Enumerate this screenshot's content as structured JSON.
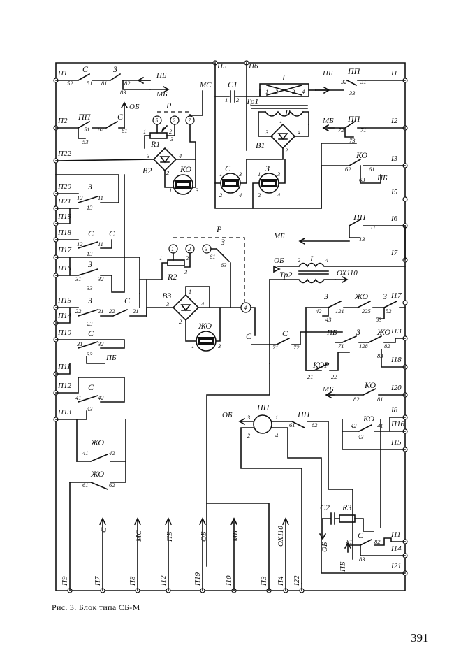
{
  "figure": {
    "caption": "Рис. 3. Блок типа СБ-М",
    "page_number": "391"
  },
  "terminals": {
    "left": [
      "П1",
      "П2",
      "П22",
      "П20",
      "П21",
      "П19",
      "П18",
      "П17",
      "П16",
      "П15",
      "П14",
      "П10",
      "П11",
      "П12",
      "П13"
    ],
    "top": [
      "П5",
      "П6"
    ],
    "right": [
      "I1",
      "I2",
      "I3",
      "I5",
      "I6",
      "I7",
      "I17",
      "I13",
      "I18",
      "I20",
      "I8",
      "П16",
      "I15",
      "I11",
      "I14",
      "I21"
    ],
    "bottom": [
      "П9",
      "П7",
      "П8",
      "I12",
      "П19",
      "I10",
      "П3",
      "П4",
      "I22"
    ]
  },
  "contacts": {
    "s": "С",
    "z": "З",
    "pp": "ПП",
    "zho": "ЖО",
    "ko": "КО",
    "kor": "КОР",
    "pb": "ПБ",
    "mb": "МБ",
    "ob": "ОБ",
    "ms": "МС",
    "ox110": "ОХ110"
  },
  "components": {
    "r1": "R1",
    "r2": "R2",
    "r3": "R3",
    "c1": "C1",
    "c2": "C2",
    "tp1": "Тр1",
    "tp2": "Тр2",
    "v1": "В1",
    "v2": "В2",
    "v3": "В3",
    "p": "Р",
    "i": "I",
    "ii": "II",
    "pp": "ПП"
  },
  "numbers": {
    "n52": "52",
    "n51": "51",
    "n81": "81",
    "n82": "82",
    "n83": "83",
    "n53": "53",
    "n62": "62",
    "n61": "61",
    "n12": "12",
    "n11": "11",
    "n13": "13",
    "n31": "31",
    "n32": "32",
    "n33": "33",
    "n22": "22",
    "n21": "21",
    "n23": "23",
    "n41": "41",
    "n42": "42",
    "n43": "43",
    "n71": "71",
    "n72": "72",
    "n73": "73",
    "n63": "63",
    "n1": "1",
    "n2": "2",
    "n3": "3",
    "n4": "4",
    "n5": "5",
    "n7": "7",
    "n121": "121",
    "n225": "225",
    "n128": "128"
  },
  "bottom_arrows": [
    "С",
    "МС",
    "ПБ",
    "ОБ",
    "МБ",
    "ОХ110",
    "ПБ",
    "ОБ"
  ]
}
